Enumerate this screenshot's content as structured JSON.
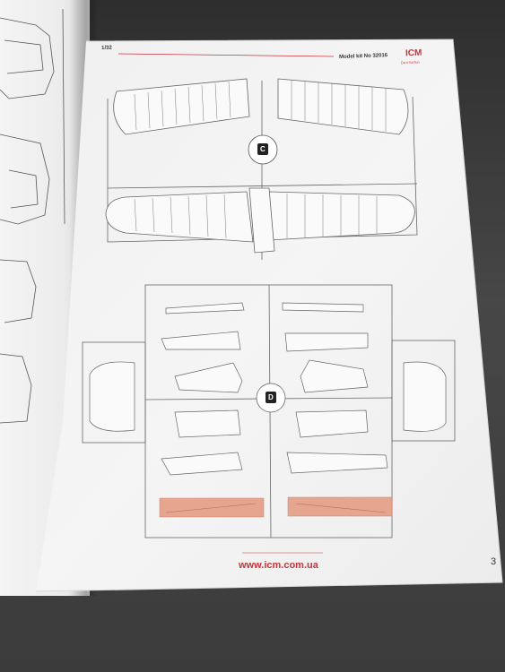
{
  "header": {
    "scale": "1/32",
    "kit_number": "Model kit No 32016",
    "brand": "ICM",
    "tagline": "Do it for fun"
  },
  "sprues": [
    {
      "label": "C"
    },
    {
      "label": "D"
    }
  ],
  "footer": {
    "website": "www.icm.com.ua",
    "page_number": "3"
  },
  "colors": {
    "accent": "#c9333a",
    "clear_parts": "#e6a58f",
    "paper": "#f3f3f3"
  }
}
